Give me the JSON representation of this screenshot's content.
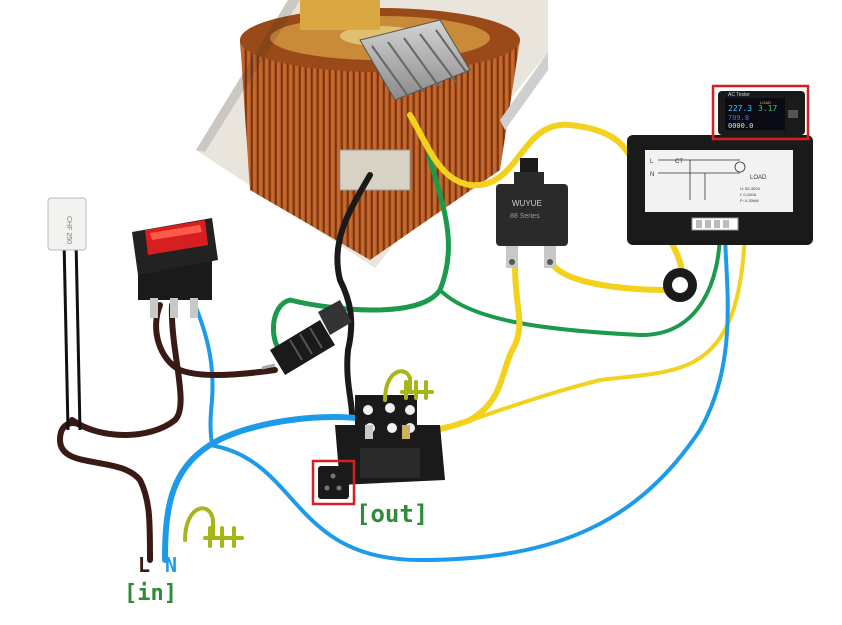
{
  "labels": {
    "line": "L",
    "neutral": "N",
    "input": "[in]",
    "output": "[out]"
  },
  "meter": {
    "title": "AC Tester",
    "voltage": "227.3",
    "current": "3.17",
    "power": "709.8",
    "energy": "0000.0",
    "load_tag": "LOAD"
  },
  "meter_panel": {
    "terminal_labels": [
      "L",
      "N",
      "CT"
    ],
    "load_label": "LOAD",
    "spec_lines": [
      "U: 50-300V",
      "I: 0-100A",
      "P: 0-30kW"
    ]
  },
  "breaker": {
    "brand": "WUYUE",
    "model": "88 Series"
  },
  "colors": {
    "wire_brown": "#3a1a14",
    "wire_blue": "#1e9be8",
    "wire_yellow": "#f2d21c",
    "wire_green": "#1a9a4a",
    "wire_black": "#1a1a1a",
    "ground_symbol": "#a7b617",
    "handwriting": "#2d8b3a",
    "highlight_box": "#d81f1f"
  },
  "icons": [
    "transformer-icon",
    "rocker-switch-icon",
    "fuse-holder-icon",
    "thermal-fuse-icon",
    "circuit-breaker-icon",
    "ac-meter-icon",
    "current-transformer-icon",
    "socket-icon",
    "ground-symbol-icon"
  ]
}
